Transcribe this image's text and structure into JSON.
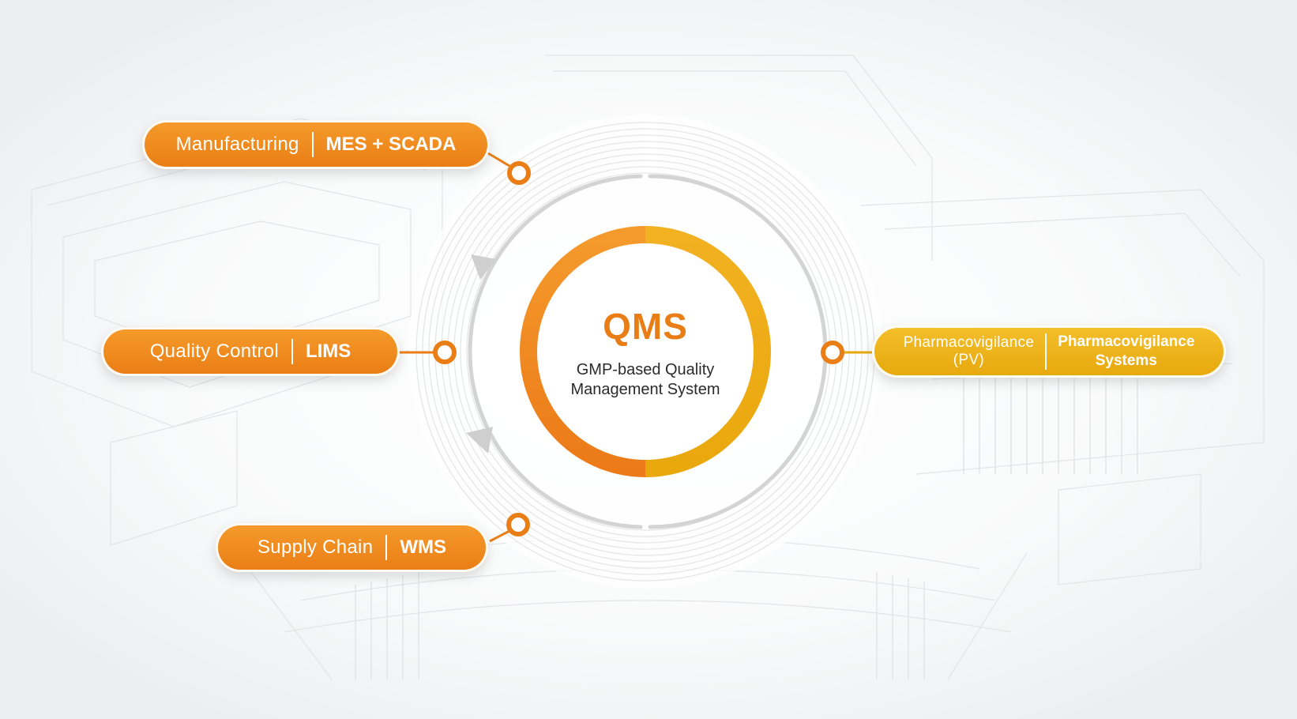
{
  "center": {
    "title": "QMS",
    "subtitle_line1": "GMP-based Quality",
    "subtitle_line2": "Management System"
  },
  "nodes": {
    "manufacturing": {
      "area": "Manufacturing",
      "system": "MES + SCADA"
    },
    "quality_control": {
      "area": "Quality Control",
      "system": "LIMS"
    },
    "supply_chain": {
      "area": "Supply Chain",
      "system": "WMS"
    },
    "pharmacovigilance": {
      "area_line1": "Pharmacovigilance",
      "area_line2": "(PV)",
      "system_line1": "Pharmacovigilance",
      "system_line2": "Systems"
    }
  },
  "colors": {
    "orange": "#ea7e16",
    "gold": "#e7a90e",
    "ring_gray": "#d4d4d4",
    "background": "#f4f5f6"
  }
}
